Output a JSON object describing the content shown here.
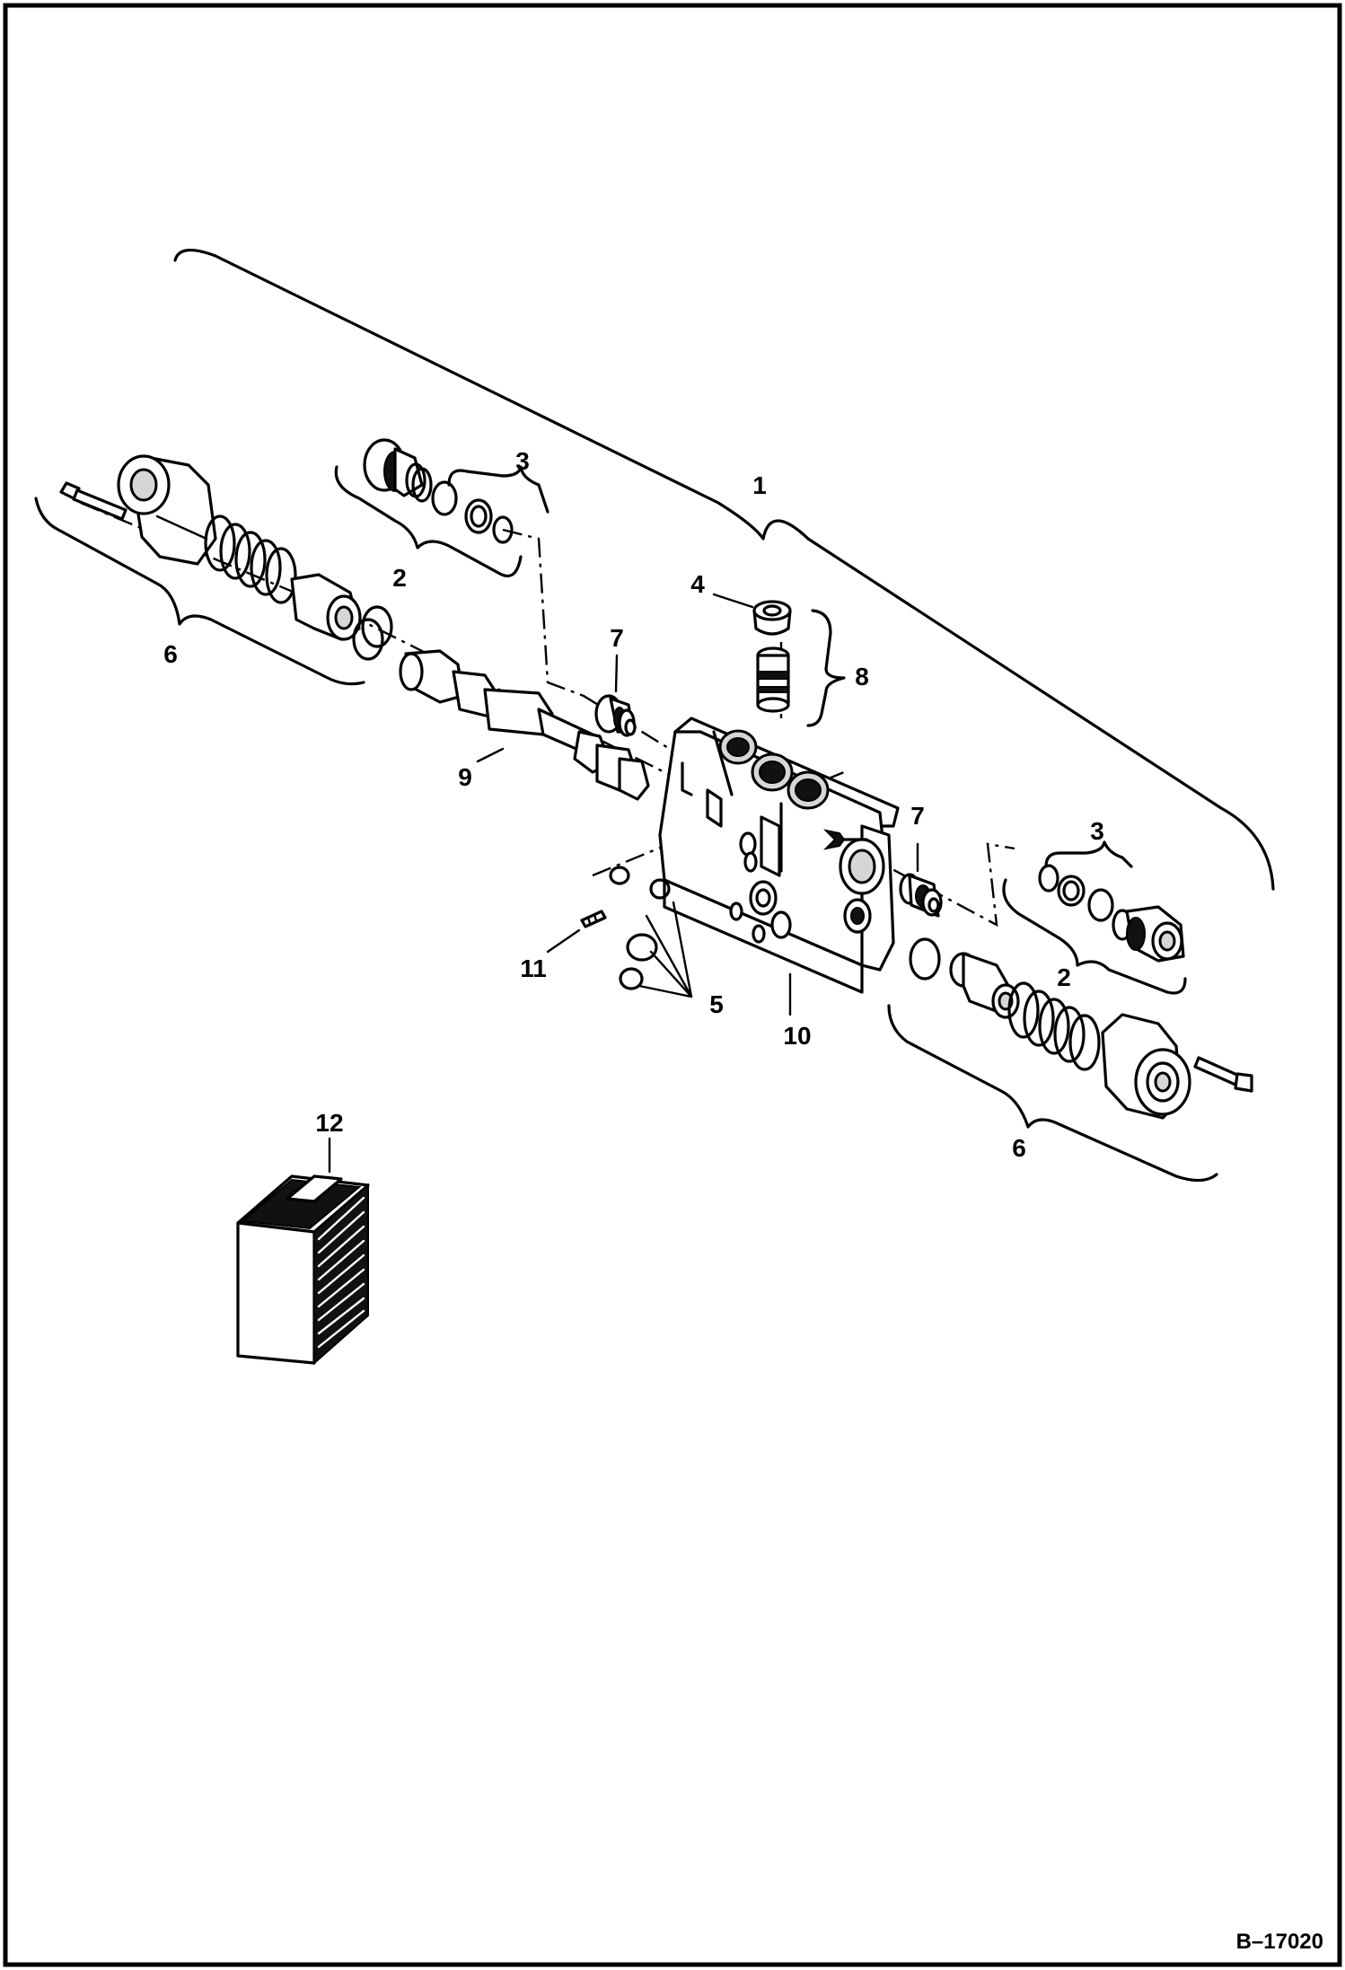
{
  "figure_id": "B–17020",
  "callouts": [
    {
      "id": "label-1",
      "text": "1"
    },
    {
      "id": "label-2-left",
      "text": "2"
    },
    {
      "id": "label-2-right",
      "text": "2"
    },
    {
      "id": "label-3-left",
      "text": "3"
    },
    {
      "id": "label-3-right",
      "text": "3"
    },
    {
      "id": "label-4",
      "text": "4"
    },
    {
      "id": "label-5",
      "text": "5"
    },
    {
      "id": "label-6-left",
      "text": "6"
    },
    {
      "id": "label-6-right",
      "text": "6"
    },
    {
      "id": "label-7-left",
      "text": "7"
    },
    {
      "id": "label-7-right",
      "text": "7"
    },
    {
      "id": "label-8",
      "text": "8"
    },
    {
      "id": "label-9",
      "text": "9"
    },
    {
      "id": "label-10",
      "text": "10"
    },
    {
      "id": "label-11",
      "text": "11"
    },
    {
      "id": "label-12",
      "text": "12"
    }
  ]
}
